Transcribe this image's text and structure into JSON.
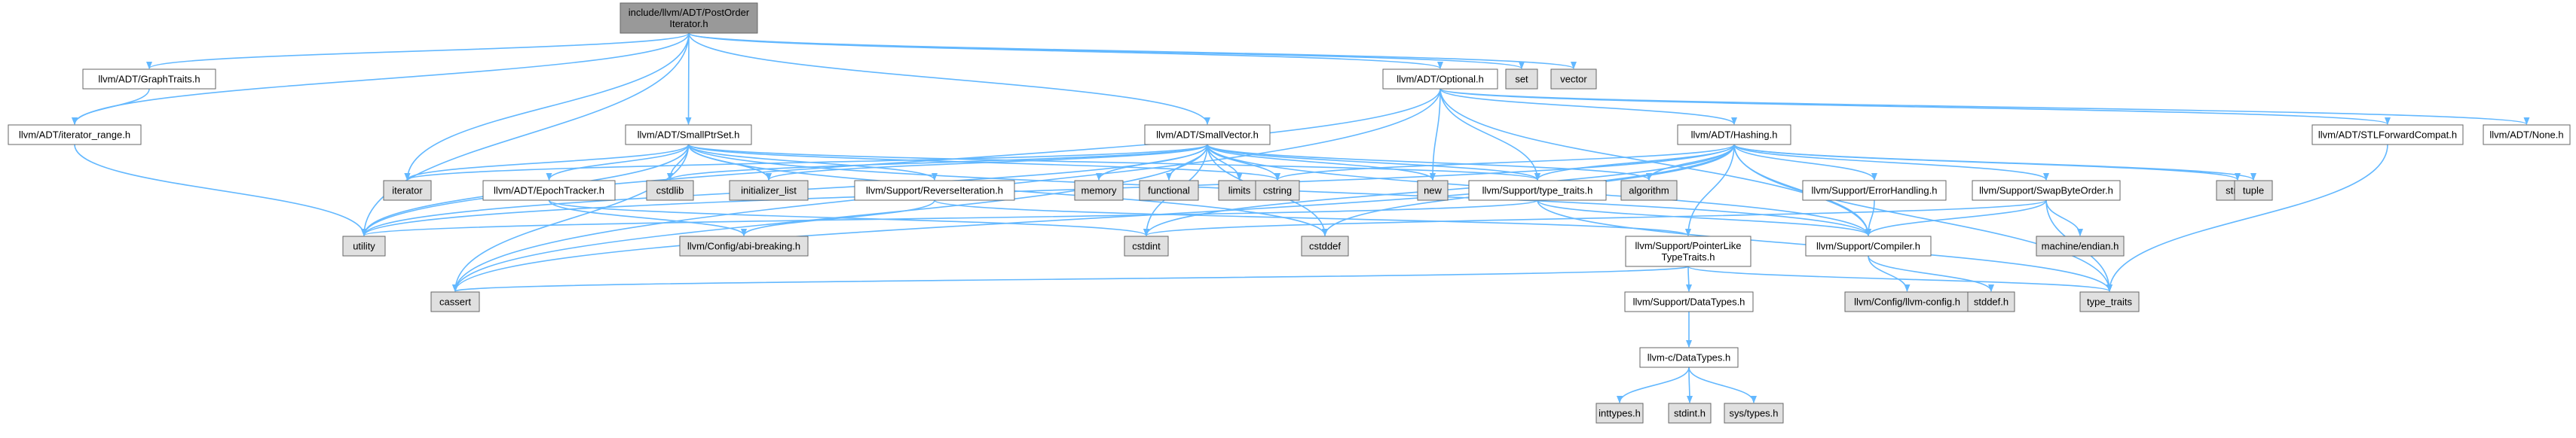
{
  "title_node": "include/llvm/ADT/PostOrderIterator.h",
  "colors": {
    "root_fill": "#999999",
    "user_fill": "#ffffff",
    "system_fill": "#e0e0e0",
    "node_stroke": "#666666",
    "edge": "#63b8ff"
  },
  "nodes": {
    "root": {
      "lines": [
        "include/llvm/ADT/PostOrder",
        "Iterator.h"
      ],
      "kind": "root"
    },
    "graphtraits": {
      "lines": [
        "llvm/ADT/GraphTraits.h"
      ],
      "kind": "user"
    },
    "iterrange": {
      "lines": [
        "llvm/ADT/iterator_range.h"
      ],
      "kind": "user"
    },
    "optional": {
      "lines": [
        "llvm/ADT/Optional.h"
      ],
      "kind": "user"
    },
    "set": {
      "lines": [
        "set"
      ],
      "kind": "system"
    },
    "vector": {
      "lines": [
        "vector"
      ],
      "kind": "system"
    },
    "smallptrset": {
      "lines": [
        "llvm/ADT/SmallPtrSet.h"
      ],
      "kind": "user"
    },
    "smallvector": {
      "lines": [
        "llvm/ADT/SmallVector.h"
      ],
      "kind": "user"
    },
    "hashing": {
      "lines": [
        "llvm/ADT/Hashing.h"
      ],
      "kind": "user"
    },
    "stlfwd": {
      "lines": [
        "llvm/ADT/STLForwardCompat.h"
      ],
      "kind": "user"
    },
    "none": {
      "lines": [
        "llvm/ADT/None.h"
      ],
      "kind": "user"
    },
    "iterator": {
      "lines": [
        "iterator"
      ],
      "kind": "system"
    },
    "epoch": {
      "lines": [
        "llvm/ADT/EpochTracker.h"
      ],
      "kind": "user"
    },
    "cstdlib": {
      "lines": [
        "cstdlib"
      ],
      "kind": "system"
    },
    "initlist": {
      "lines": [
        "initializer_list"
      ],
      "kind": "system"
    },
    "reverseiter": {
      "lines": [
        "llvm/Support/ReverseIteration.h"
      ],
      "kind": "user"
    },
    "memory": {
      "lines": [
        "memory"
      ],
      "kind": "system"
    },
    "functional": {
      "lines": [
        "functional"
      ],
      "kind": "system"
    },
    "limits": {
      "lines": [
        "limits"
      ],
      "kind": "system"
    },
    "cstring": {
      "lines": [
        "cstring"
      ],
      "kind": "system"
    },
    "new": {
      "lines": [
        "new"
      ],
      "kind": "system"
    },
    "typetraits_h": {
      "lines": [
        "llvm/Support/type_traits.h"
      ],
      "kind": "user"
    },
    "algorithm": {
      "lines": [
        "algorithm"
      ],
      "kind": "system"
    },
    "errorhandling": {
      "lines": [
        "llvm/Support/ErrorHandling.h"
      ],
      "kind": "user"
    },
    "swapbyte": {
      "lines": [
        "llvm/Support/SwapByteOrder.h"
      ],
      "kind": "user"
    },
    "string": {
      "lines": [
        "string"
      ],
      "kind": "system"
    },
    "tuple": {
      "lines": [
        "tuple"
      ],
      "kind": "system"
    },
    "utility": {
      "lines": [
        "utility"
      ],
      "kind": "system"
    },
    "abibreaking": {
      "lines": [
        "llvm/Config/abi-breaking.h"
      ],
      "kind": "system"
    },
    "cstdint": {
      "lines": [
        "cstdint"
      ],
      "kind": "system"
    },
    "cstddef": {
      "lines": [
        "cstddef"
      ],
      "kind": "system"
    },
    "ptrlike": {
      "lines": [
        "llvm/Support/PointerLike",
        "TypeTraits.h"
      ],
      "kind": "user"
    },
    "compiler": {
      "lines": [
        "llvm/Support/Compiler.h"
      ],
      "kind": "user"
    },
    "endian": {
      "lines": [
        "machine/endian.h"
      ],
      "kind": "system"
    },
    "cassert": {
      "lines": [
        "cassert"
      ],
      "kind": "system"
    },
    "datatypes_h": {
      "lines": [
        "llvm/Support/DataTypes.h"
      ],
      "kind": "user"
    },
    "llvmconfig": {
      "lines": [
        "llvm/Config/llvm-config.h"
      ],
      "kind": "system"
    },
    "stddef": {
      "lines": [
        "stddef.h"
      ],
      "kind": "system"
    },
    "type_traits": {
      "lines": [
        "type_traits"
      ],
      "kind": "system"
    },
    "cdatatypes": {
      "lines": [
        "llvm-c/DataTypes.h"
      ],
      "kind": "user"
    },
    "inttypes": {
      "lines": [
        "inttypes.h"
      ],
      "kind": "system"
    },
    "stdint": {
      "lines": [
        "stdint.h"
      ],
      "kind": "system"
    },
    "systypes": {
      "lines": [
        "sys/types.h"
      ],
      "kind": "system"
    }
  },
  "edges": [
    [
      "root",
      "graphtraits"
    ],
    [
      "root",
      "iterrange"
    ],
    [
      "root",
      "optional"
    ],
    [
      "root",
      "set"
    ],
    [
      "root",
      "vector"
    ],
    [
      "root",
      "smallptrset"
    ],
    [
      "root",
      "smallvector"
    ],
    [
      "root",
      "iterator"
    ],
    [
      "root",
      "utility"
    ],
    [
      "graphtraits",
      "iterrange"
    ],
    [
      "iterrange",
      "utility"
    ],
    [
      "optional",
      "hashing"
    ],
    [
      "optional",
      "stlfwd"
    ],
    [
      "optional",
      "none"
    ],
    [
      "optional",
      "new"
    ],
    [
      "optional",
      "typetraits_h"
    ],
    [
      "optional",
      "utility"
    ],
    [
      "optional",
      "cassert"
    ],
    [
      "optional",
      "compiler"
    ],
    [
      "smallptrset",
      "iterator"
    ],
    [
      "smallptrset",
      "epoch"
    ],
    [
      "smallptrset",
      "cstdlib"
    ],
    [
      "smallptrset",
      "initlist"
    ],
    [
      "smallptrset",
      "reverseiter"
    ],
    [
      "smallptrset",
      "cstring"
    ],
    [
      "smallptrset",
      "typetraits_h"
    ],
    [
      "smallptrset",
      "utility"
    ],
    [
      "smallptrset",
      "cassert"
    ],
    [
      "smallptrset",
      "cstddef"
    ],
    [
      "smallptrset",
      "compiler"
    ],
    [
      "smallvector",
      "iterator"
    ],
    [
      "smallvector",
      "cstdlib"
    ],
    [
      "smallvector",
      "initlist"
    ],
    [
      "smallvector",
      "memory"
    ],
    [
      "smallvector",
      "functional"
    ],
    [
      "smallvector",
      "limits"
    ],
    [
      "smallvector",
      "cstring"
    ],
    [
      "smallvector",
      "new"
    ],
    [
      "smallvector",
      "typetraits_h"
    ],
    [
      "smallvector",
      "algorithm"
    ],
    [
      "smallvector",
      "utility"
    ],
    [
      "smallvector",
      "cassert"
    ],
    [
      "smallvector",
      "cstddef"
    ],
    [
      "smallvector",
      "cstdint"
    ],
    [
      "smallvector",
      "compiler"
    ],
    [
      "hashing",
      "typetraits_h"
    ],
    [
      "hashing",
      "algorithm"
    ],
    [
      "hashing",
      "cstring"
    ],
    [
      "hashing",
      "string"
    ],
    [
      "hashing",
      "tuple"
    ],
    [
      "hashing",
      "utility"
    ],
    [
      "hashing",
      "errorhandling"
    ],
    [
      "hashing",
      "swapbyte"
    ],
    [
      "hashing",
      "cassert"
    ],
    [
      "hashing",
      "cstddef"
    ],
    [
      "hashing",
      "cstdint"
    ],
    [
      "hashing",
      "ptrlike"
    ],
    [
      "hashing",
      "compiler"
    ],
    [
      "hashing",
      "type_traits"
    ],
    [
      "stlfwd",
      "type_traits"
    ],
    [
      "epoch",
      "abibreaking"
    ],
    [
      "epoch",
      "cstdint"
    ],
    [
      "reverseiter",
      "abibreaking"
    ],
    [
      "reverseiter",
      "ptrlike"
    ],
    [
      "typetraits_h",
      "utility"
    ],
    [
      "typetraits_h",
      "compiler"
    ],
    [
      "typetraits_h",
      "type_traits"
    ],
    [
      "errorhandling",
      "compiler"
    ],
    [
      "swapbyte",
      "compiler"
    ],
    [
      "swapbyte",
      "endian"
    ],
    [
      "swapbyte",
      "cstdint"
    ],
    [
      "swapbyte",
      "type_traits"
    ],
    [
      "ptrlike",
      "cassert"
    ],
    [
      "ptrlike",
      "datatypes_h"
    ],
    [
      "ptrlike",
      "type_traits"
    ],
    [
      "compiler",
      "llvmconfig"
    ],
    [
      "compiler",
      "stddef"
    ],
    [
      "datatypes_h",
      "cdatatypes"
    ],
    [
      "cdatatypes",
      "inttypes"
    ],
    [
      "cdatatypes",
      "stdint"
    ],
    [
      "cdatatypes",
      "systypes"
    ]
  ]
}
